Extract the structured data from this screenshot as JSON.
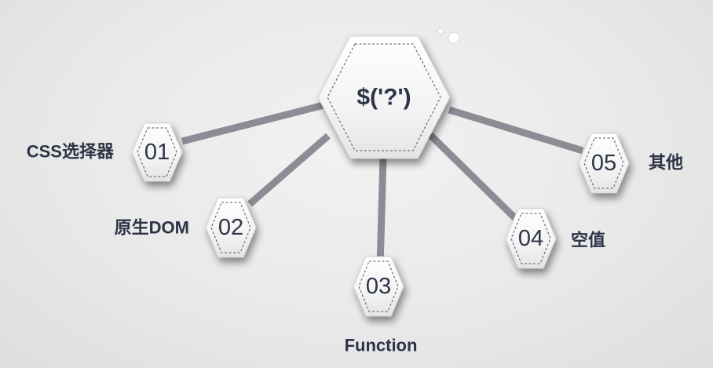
{
  "center": {
    "label": "$('?')"
  },
  "nodes": [
    {
      "number": "01",
      "label": "CSS选择器"
    },
    {
      "number": "02",
      "label": "原生DOM"
    },
    {
      "number": "03",
      "label": "Function"
    },
    {
      "number": "04",
      "label": "空值"
    },
    {
      "number": "05",
      "label": "其他"
    }
  ],
  "colors": {
    "text": "#2d3446",
    "connector": "#8c8c94",
    "background": "#e9e9e9"
  }
}
